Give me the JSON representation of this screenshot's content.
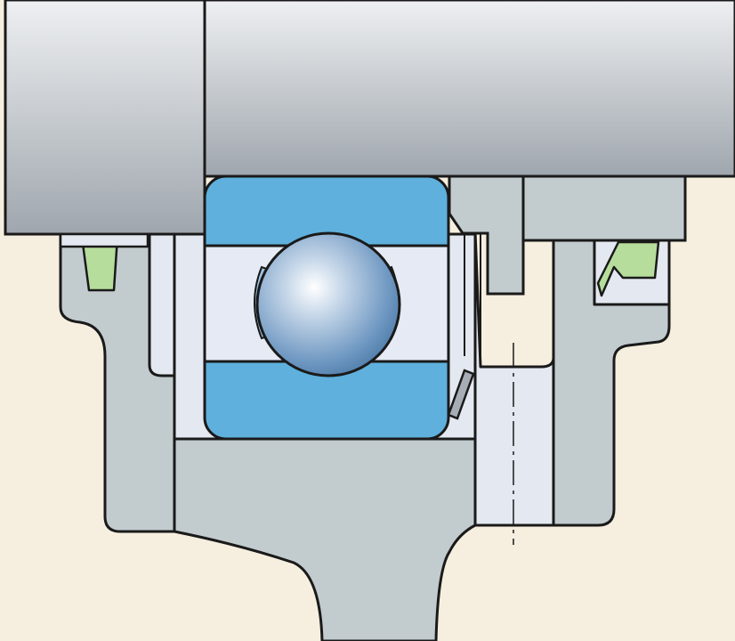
{
  "diagram": {
    "background_color": "#f6efdf",
    "colors": {
      "housing": "#c2cbce",
      "housing_light": "#e4e8f0",
      "bearing_ring": "#5fb0dc",
      "bearing_gap": "#e6eaf4",
      "seal": "#b6dd9c",
      "outline": "#1a1a1a",
      "shaft_top": "#eef0f2",
      "shaft_bottom": "#9fa6ad"
    },
    "parts": [
      "left-shaft",
      "main-shaft",
      "left-housing",
      "bearing-housing",
      "right-housing-upper",
      "right-housing-lower",
      "bolt-insert",
      "deep-groove-ball-bearing",
      "left-seal",
      "right-seal",
      "retaining-ring",
      "center-line"
    ]
  }
}
